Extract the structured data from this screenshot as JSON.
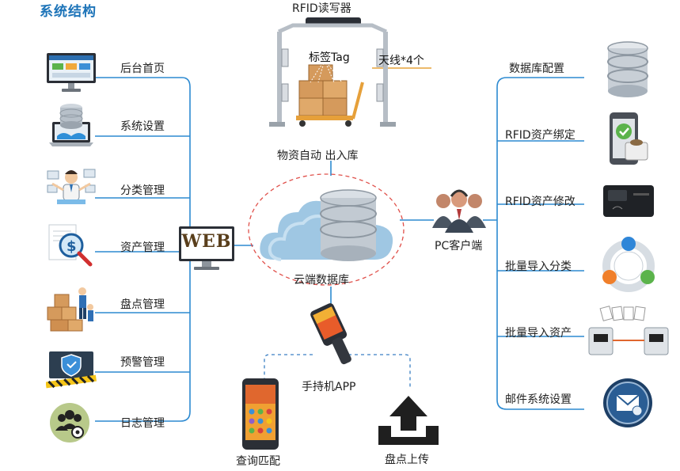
{
  "title": "系统结构",
  "top": {
    "reader_label": "RFID读写器",
    "tag_label": "标签Tag",
    "antenna_label": "天线*4个",
    "warehouse_label": "物资自动 出入库"
  },
  "center": {
    "cloud_label": "云端数据库",
    "web_label": "WEB",
    "pc_label": "PC客户端",
    "handheld_label": "手持机APP",
    "query_label": "查询匹配",
    "upload_label": "盘点上传"
  },
  "left_items": [
    {
      "label": "后台首页",
      "icon": "monitor-dashboard-icon"
    },
    {
      "label": "系统设置",
      "icon": "laptop-database-icon"
    },
    {
      "label": "分类管理",
      "icon": "person-cards-icon"
    },
    {
      "label": "资产管理",
      "icon": "magnifier-money-icon"
    },
    {
      "label": "盘点管理",
      "icon": "workers-boxes-icon"
    },
    {
      "label": "预警管理",
      "icon": "shield-warning-icon"
    },
    {
      "label": "日志管理",
      "icon": "users-gear-icon"
    }
  ],
  "right_items": [
    {
      "label": "数据库配置",
      "icon": "database-icon"
    },
    {
      "label": "RFID资产绑定",
      "icon": "phone-check-icon"
    },
    {
      "label": "RFID资产修改",
      "icon": "card-reader-icon"
    },
    {
      "label": "批量导入分类",
      "icon": "circle-cycle-icon"
    },
    {
      "label": "批量导入资产",
      "icon": "server-transfer-icon"
    },
    {
      "label": "邮件系统设置",
      "icon": "mail-gear-icon"
    }
  ],
  "colors": {
    "line_blue": "#2d8ad1",
    "title_blue": "#1c73b8",
    "dashed_red": "#e0504a",
    "dashed_blue": "#3a7fc4",
    "antenna_line": "#e6a43a"
  }
}
